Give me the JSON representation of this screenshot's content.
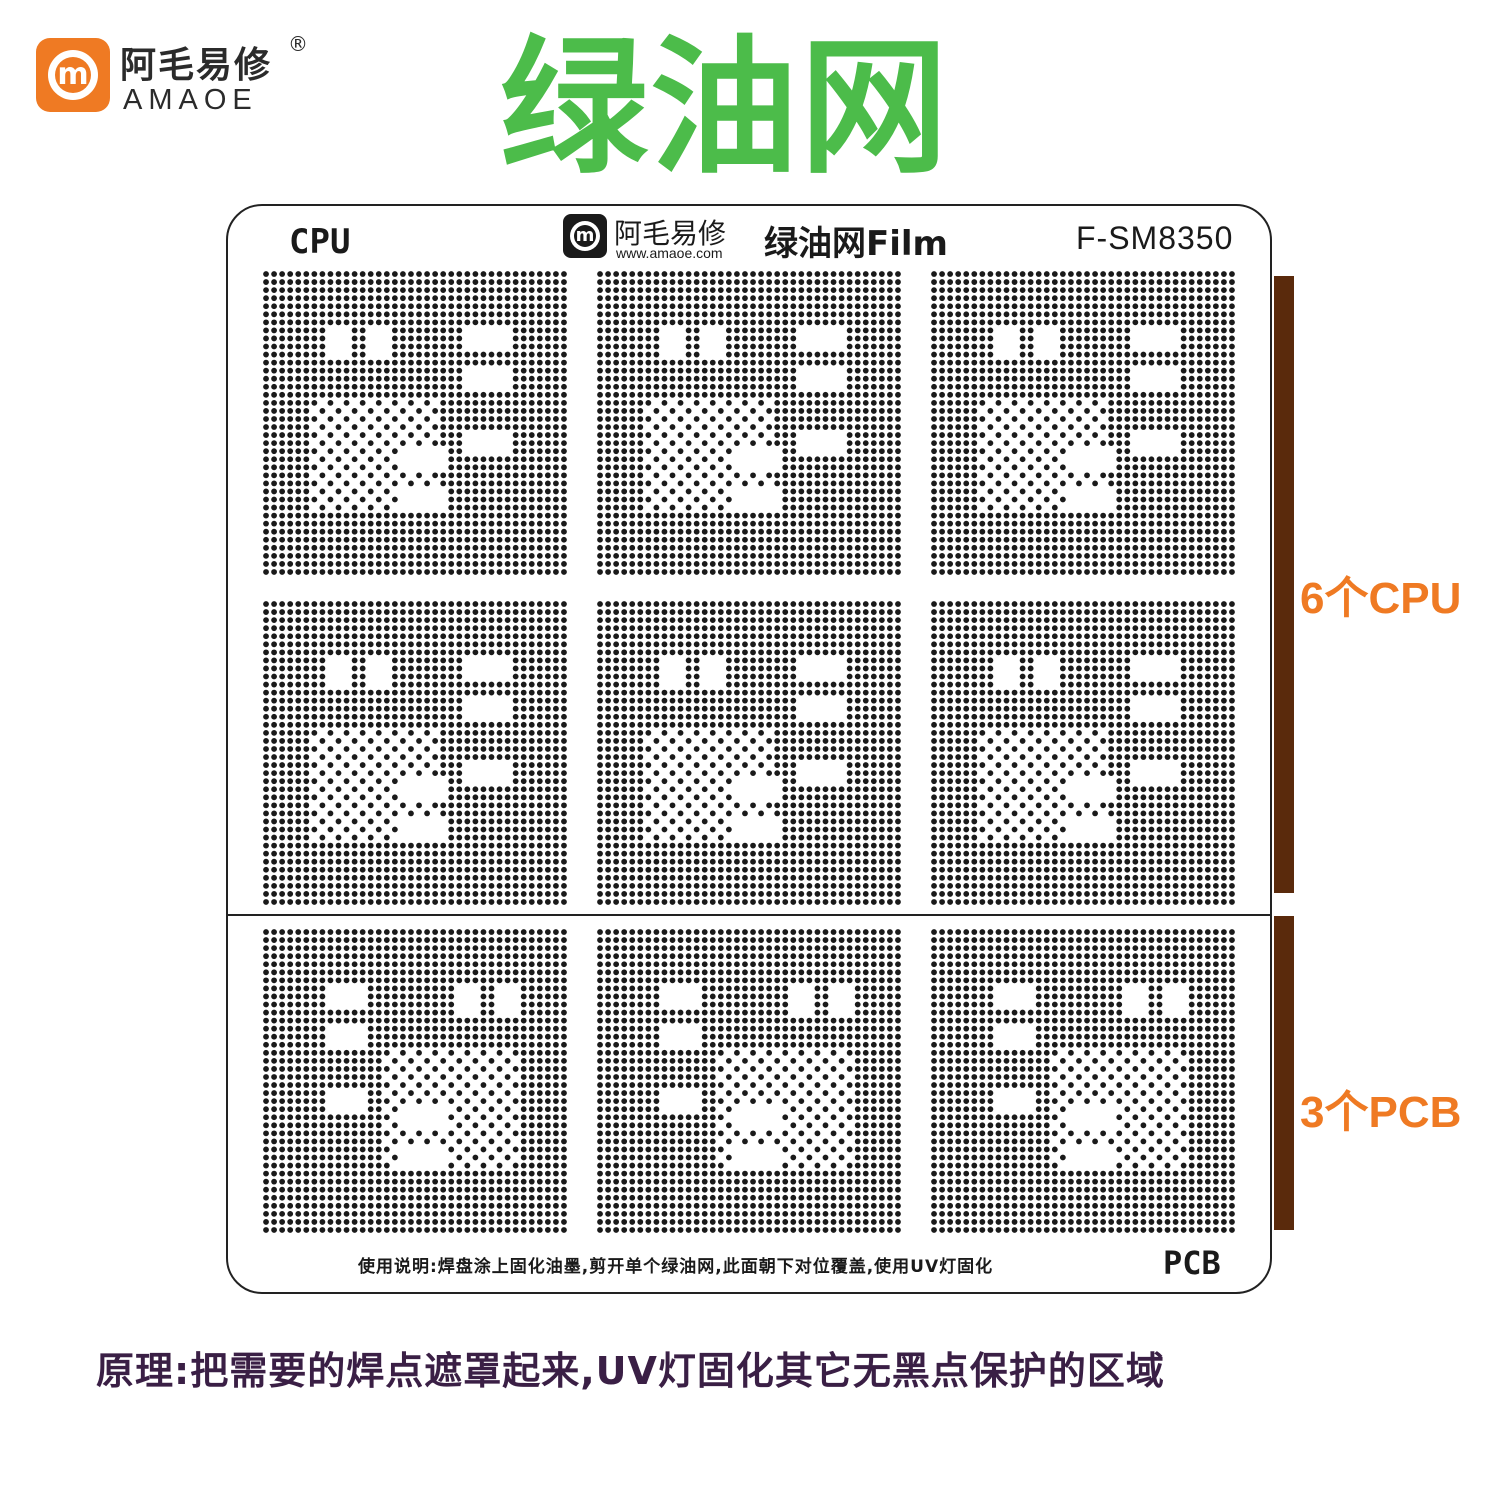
{
  "brand": {
    "logo_glyph": "m",
    "name_cn": "阿毛易修",
    "registered_mark": "®",
    "name_en": "AMAOE",
    "color": "#ef7a23"
  },
  "main_title": "绿油网",
  "film": {
    "cpu_label": "CPU",
    "brand_cn": "阿毛易修",
    "url": "www.amaoe.com",
    "title": "绿油网Film",
    "model": "F-SM8350",
    "instructions": "使用说明:焊盘涂上固化油墨,剪开单个绿油网,此面朝下对位覆盖,使用UV灯固化",
    "pcb_label": "PCB",
    "cpu_stencil_count": 6,
    "pcb_stencil_count": 3
  },
  "side_labels": {
    "cpu": "6个CPU",
    "pcb": "3个PCB",
    "bar_color": "#5a2a0c",
    "text_color": "#ef7a23"
  },
  "footer": "原理:把需要的焊点遮罩起来,UV灯固化其它无黑点保护的区域",
  "colors": {
    "title_green": "#4cbc4a",
    "footer_purple": "#3a1f45",
    "dot_black": "#1a1a1a"
  }
}
